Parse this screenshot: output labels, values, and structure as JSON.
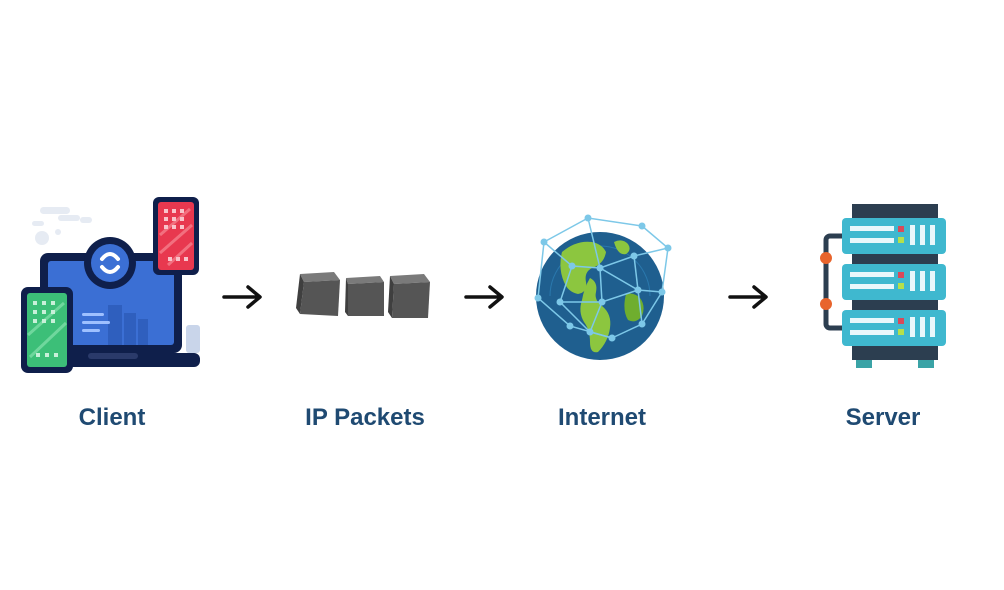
{
  "diagram": {
    "nodes": [
      {
        "id": "client",
        "label": "Client",
        "icon": "client-devices-icon"
      },
      {
        "id": "packets",
        "label": "IP Packets",
        "icon": "ip-packets-icon"
      },
      {
        "id": "internet",
        "label": "Internet",
        "icon": "globe-network-icon"
      },
      {
        "id": "server",
        "label": "Server",
        "icon": "server-rack-icon"
      }
    ],
    "edges": [
      {
        "from": "client",
        "to": "packets"
      },
      {
        "from": "packets",
        "to": "internet"
      },
      {
        "from": "internet",
        "to": "server"
      }
    ]
  },
  "colors": {
    "label": "#1f4a72",
    "arrow": "#111111",
    "laptop_screen": "#3b6fd4",
    "phone_red": "#e8384f",
    "phone_green": "#3cbf78",
    "packet": "#5a5a5a",
    "ocean": "#1f5f8f",
    "land": "#8cc63f",
    "server_teal": "#3fb8cf",
    "server_dark": "#2c3e50",
    "connector_orange": "#e8642c"
  }
}
